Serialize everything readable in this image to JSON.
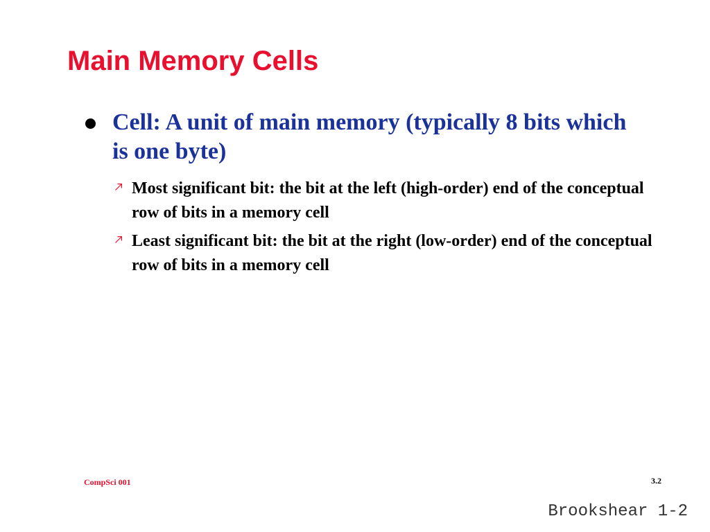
{
  "slide": {
    "title": "Main Memory Cells",
    "title_color": "#e8102e",
    "text_color": "#1a3299",
    "bullets": [
      {
        "icon": "filled-circle-bullet-icon",
        "text": "Cell: A unit of main memory (typically 8 bits which is one byte)",
        "sub_items": [
          {
            "icon": "arrow-up-right-icon",
            "text": "Most significant bit: the bit at the left (high-order) end of the conceptual row of bits in a memory cell"
          },
          {
            "icon": "arrow-up-right-icon",
            "text": "Least significant bit: the bit at the right (low-order) end of the conceptual row of bits in a memory cell"
          }
        ]
      }
    ]
  },
  "footer": {
    "course": "CompSci 001",
    "slide_number": "3.2"
  },
  "caption": "Brookshear 1-2"
}
